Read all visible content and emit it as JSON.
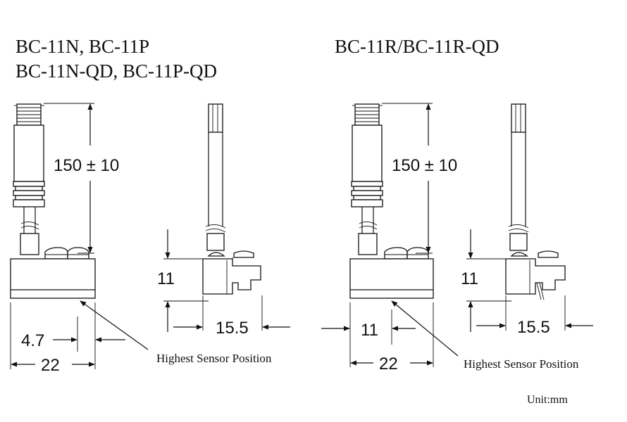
{
  "titles": {
    "left_line1": "BC-11N, BC-11P",
    "left_line2": "BC-11N-QD, BC-11P-QD",
    "right": "BC-11R/BC-11R-QD"
  },
  "dimensions": {
    "left_length": "150 ± 10",
    "left_height": "11",
    "left_offset": "4.7",
    "left_width": "22",
    "left_side_width": "15.5",
    "right_length": "150 ± 10",
    "right_height": "11",
    "right_offset": "11",
    "right_width": "22",
    "right_side_width": "15.5"
  },
  "labels": {
    "left_sensor_position": "Highest Sensor Position",
    "right_sensor_position": "Highest Sensor Position",
    "unit": "Unit:mm"
  }
}
